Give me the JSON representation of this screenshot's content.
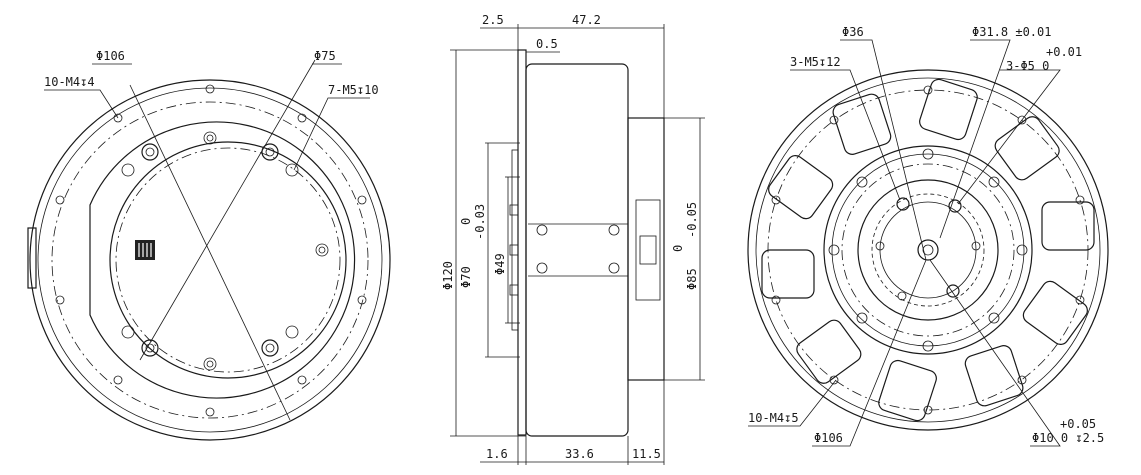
{
  "front_view": {
    "labels": {
      "d106": "Φ106",
      "d75": "Φ75",
      "holes_m4": "10-M4↧4",
      "holes_m5": "7-M5↧10"
    }
  },
  "side_view": {
    "labels": {
      "w2_5": "2.5",
      "w47_2": "47.2",
      "w0_5": "0.5",
      "d120": "Φ120",
      "d70": "Φ70",
      "d70_up": "0",
      "d70_low": "-0.03",
      "d49": "Φ49",
      "d85": "Φ85",
      "d85_up": "0",
      "d85_low": "-0.05",
      "w1_6": "1.6",
      "w33_6": "33.6",
      "w11_5": "11.5"
    }
  },
  "back_view": {
    "labels": {
      "d36": "Φ36",
      "d31_8": "Φ31.8 ±0.01",
      "m5_12": "3-M5↧12",
      "pin_tol": "+0.01",
      "pin_hole": "3-Φ5  0",
      "m4_5": "10-M4↧5",
      "d106": "Φ106",
      "tol_05": "+0.05",
      "d10": "Φ10  0   ↧2.5"
    }
  }
}
